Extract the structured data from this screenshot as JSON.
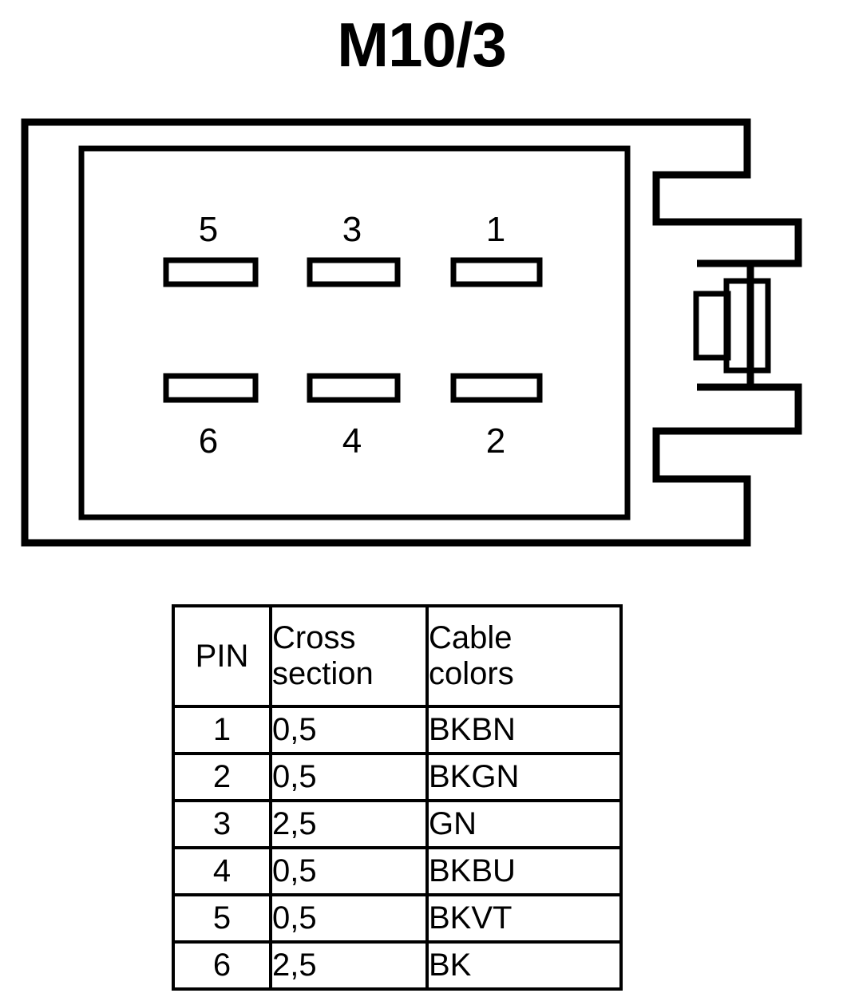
{
  "title": "M10/3",
  "connector": {
    "name": "6-way-rectangular-connector",
    "pins": [
      {
        "number": "5",
        "row": "top",
        "column": "left"
      },
      {
        "number": "3",
        "row": "top",
        "column": "center"
      },
      {
        "number": "1",
        "row": "top",
        "column": "right"
      },
      {
        "number": "6",
        "row": "bottom",
        "column": "left"
      },
      {
        "number": "4",
        "row": "bottom",
        "column": "center"
      },
      {
        "number": "2",
        "row": "bottom",
        "column": "right"
      }
    ],
    "latch_label": "locking-latch"
  },
  "table": {
    "headers": {
      "pin": "PIN",
      "cross_section_line1": "Cross",
      "cross_section_line2": "section",
      "cable_colors_line1": "Cable",
      "cable_colors_line2": "colors"
    },
    "rows": [
      {
        "pin": "1",
        "cross_section": "0,5",
        "cable_colors": "BKBN"
      },
      {
        "pin": "2",
        "cross_section": "0,5",
        "cable_colors": "BKGN"
      },
      {
        "pin": "3",
        "cross_section": "2,5",
        "cable_colors": "GN"
      },
      {
        "pin": "4",
        "cross_section": "0,5",
        "cable_colors": "BKBU"
      },
      {
        "pin": "5",
        "cross_section": "0,5",
        "cable_colors": "BKVT"
      },
      {
        "pin": "6",
        "cross_section": "2,5",
        "cable_colors": "BK"
      }
    ]
  },
  "colors": {
    "ink": "#000000",
    "background": "#ffffff"
  }
}
